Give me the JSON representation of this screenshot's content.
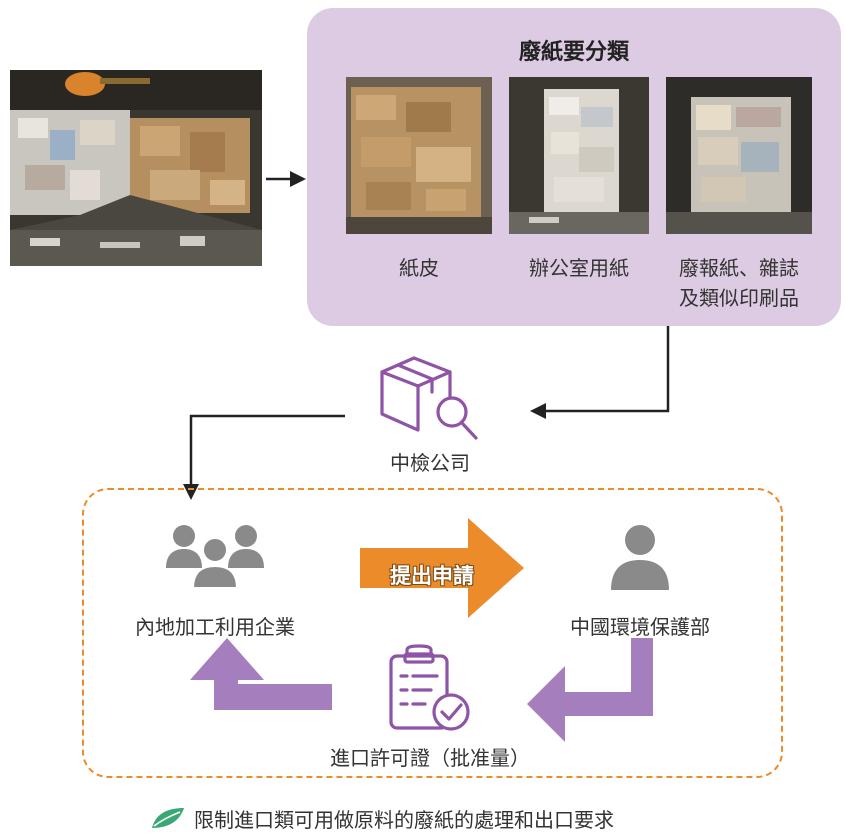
{
  "panel": {
    "title": "廢紙要分類"
  },
  "categories": [
    {
      "label": "紙皮"
    },
    {
      "label": "辦公室用紙"
    },
    {
      "label_line1": "廢報紙、雜誌",
      "label_line2": "及類似印刷品"
    }
  ],
  "inspection": {
    "label": "中檢公司",
    "icon": "box-search-icon"
  },
  "enterprise": {
    "label": "內地加工利用企業",
    "icon": "group-icon"
  },
  "ministry": {
    "label": "中國環境保護部",
    "icon": "person-icon"
  },
  "application": {
    "label": "提出申請"
  },
  "permit": {
    "label": "進口許可證（批准量）",
    "icon": "clipboard-check-icon"
  },
  "caption": {
    "text": "限制進口類可用做原料的廢紙的處理和出口要求",
    "icon": "leaf-icon"
  },
  "colors": {
    "panel_bg": "#dccbe2",
    "icon_purple": "#8e54a6",
    "arrow_purple": "#a57fbd",
    "orange": "#ec8b2a",
    "people_grey": "#8a8a8a",
    "leaf_green": "#3aa874"
  }
}
